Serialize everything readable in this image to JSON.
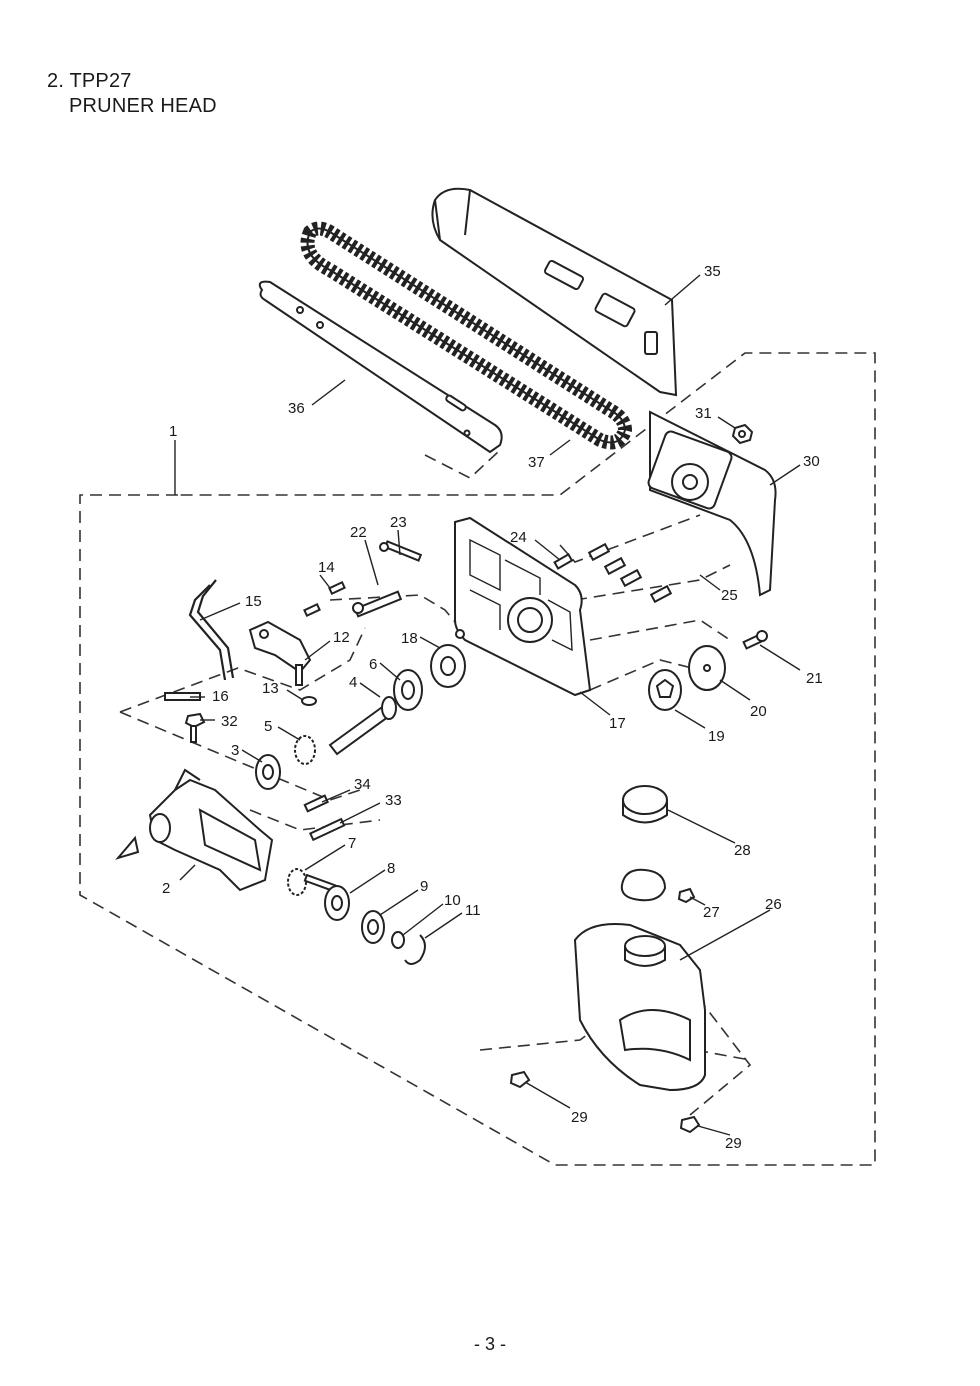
{
  "header": {
    "section": "2. TPP27",
    "subtitle": "PRUNER HEAD"
  },
  "callouts": [
    "1",
    "2",
    "3",
    "4",
    "5",
    "6",
    "7",
    "8",
    "9",
    "10",
    "11",
    "12",
    "13",
    "14",
    "15",
    "16",
    "17",
    "18",
    "19",
    "20",
    "21",
    "22",
    "23",
    "24",
    "25",
    "26",
    "27",
    "28",
    "29",
    "29",
    "30",
    "31",
    "32",
    "33",
    "34",
    "35",
    "36",
    "37"
  ],
  "footer": {
    "page": "- 3 -"
  }
}
